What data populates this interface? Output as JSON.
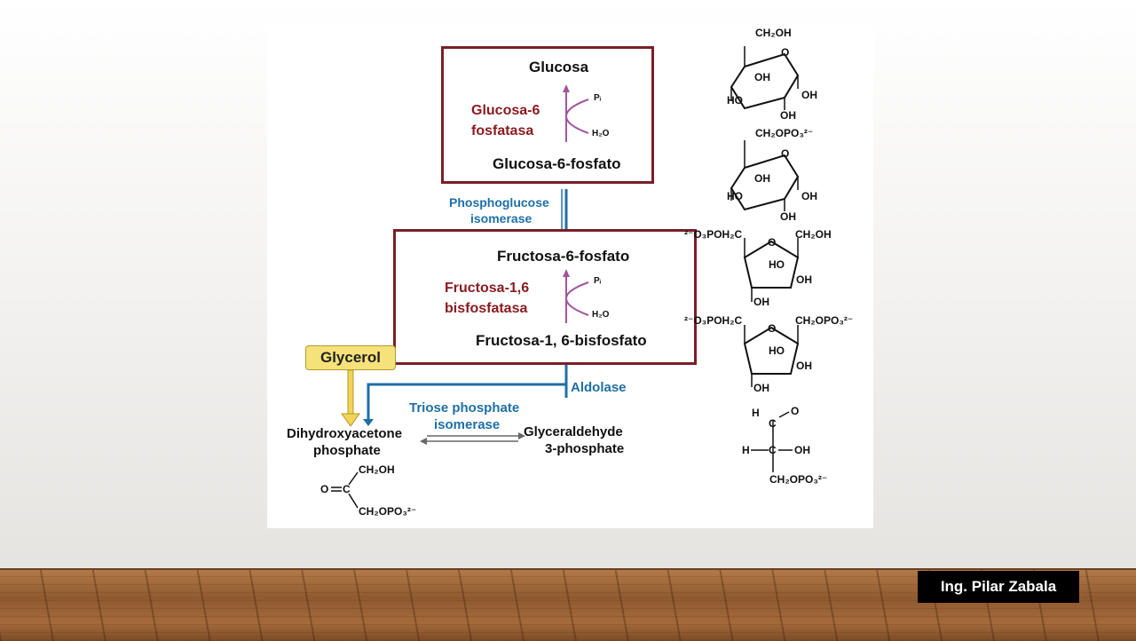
{
  "slide": {
    "author": "Ing. Pilar Zabala"
  },
  "diagram": {
    "box1": {
      "top": "Glucosa",
      "enzyme_line1": "Glucosa-6",
      "enzyme_line2": "fosfatasa",
      "pi": "Pᵢ",
      "water": "H₂O",
      "bottom": "Glucosa-6-fosfato"
    },
    "phosphoglucose": {
      "line1": "Phosphoglucose",
      "line2": "isomerase"
    },
    "box2": {
      "top": "Fructosa-6-fosfato",
      "enzyme_line1": "Fructosa-1,6",
      "enzyme_line2": "bisfosfatasa",
      "pi": "Pᵢ",
      "water": "H₂O",
      "bottom": "Fructosa-1, 6-bisfosfato"
    },
    "glycerol": "Glycerol",
    "aldolase": "Aldolase",
    "triose": {
      "line1": "Triose phosphate",
      "line2": "isomerase"
    },
    "dhap": {
      "line1": "Dihydroxyacetone",
      "line2": "phosphate"
    },
    "g3p": {
      "line1": "Glyceraldehyde",
      "line2": "3-phosphate"
    },
    "structures": {
      "ch2oh": "CH₂OH",
      "ch2opo3": "CH₂OPO₃²⁻",
      "oh": "OH",
      "ho": "HO",
      "o": "O",
      "left_phos": "²⁻O₃POH₂C",
      "h": "H",
      "c": "C"
    }
  }
}
